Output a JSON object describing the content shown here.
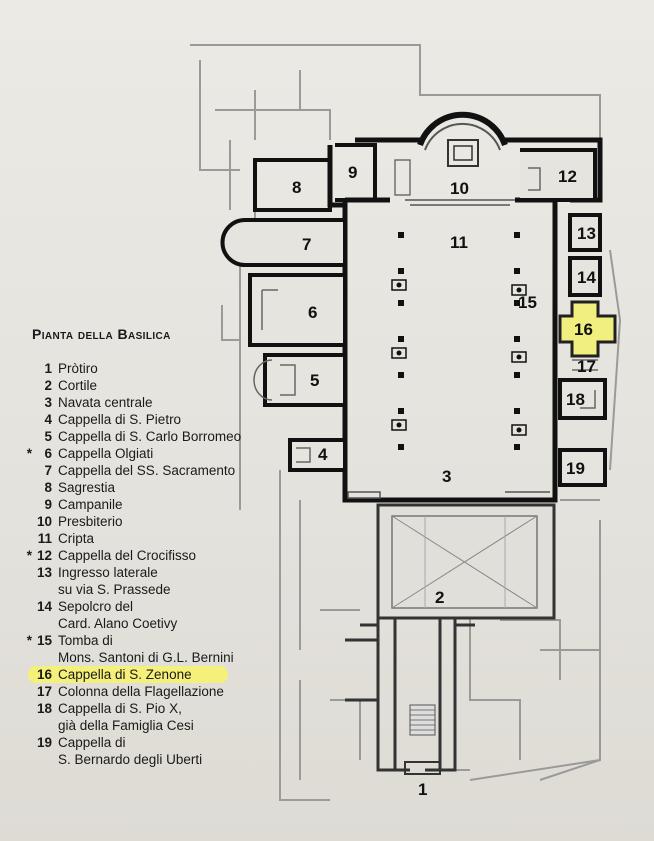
{
  "title": "Pianta della Basilica",
  "legend": [
    {
      "num": "1",
      "mark": "",
      "text": "Pròtiro"
    },
    {
      "num": "2",
      "mark": "",
      "text": "Cortile"
    },
    {
      "num": "3",
      "mark": "",
      "text": "Navata centrale"
    },
    {
      "num": "4",
      "mark": "",
      "text": "Cappella di S. Pietro"
    },
    {
      "num": "5",
      "mark": "",
      "text": "Cappella di S. Carlo Borromeo"
    },
    {
      "num": "6",
      "mark": "*",
      "text": "Cappella Olgiati"
    },
    {
      "num": "7",
      "mark": "",
      "text": "Cappella del SS. Sacramento"
    },
    {
      "num": "8",
      "mark": "",
      "text": "Sagrestia"
    },
    {
      "num": "9",
      "mark": "",
      "text": "Campanile"
    },
    {
      "num": "10",
      "mark": "",
      "text": "Presbiterio"
    },
    {
      "num": "11",
      "mark": "",
      "text": "Cripta"
    },
    {
      "num": "12",
      "mark": "*",
      "text": "Cappella del Crocifisso"
    },
    {
      "num": "13",
      "mark": "",
      "text": "Ingresso laterale\nsu via S. Prassede"
    },
    {
      "num": "14",
      "mark": "",
      "text": "Sepolcro del\nCard. Alano Coetivy"
    },
    {
      "num": "15",
      "mark": "*",
      "text": "Tomba di\nMons. Santoni di G.L. Bernini"
    },
    {
      "num": "16",
      "mark": "",
      "text": "Cappella di S. Zenone",
      "highlighted": true
    },
    {
      "num": "17",
      "mark": "",
      "text": "Colonna della Flagellazione"
    },
    {
      "num": "18",
      "mark": "",
      "text": "Cappella di S. Pio X,\ngià della Famiglia Cesi"
    },
    {
      "num": "19",
      "mark": "",
      "text": "Cappella di\nS. Bernardo degli Uberti"
    }
  ],
  "map_labels": [
    "1",
    "2",
    "3",
    "4",
    "5",
    "6",
    "7",
    "8",
    "9",
    "10",
    "11",
    "12",
    "13",
    "14",
    "15",
    "16",
    "17",
    "18",
    "19"
  ],
  "colors": {
    "walls": "#111111",
    "thin_lines": "#8a8a8a",
    "highlight": "#f4f07a",
    "background": "#e8e6e1"
  }
}
